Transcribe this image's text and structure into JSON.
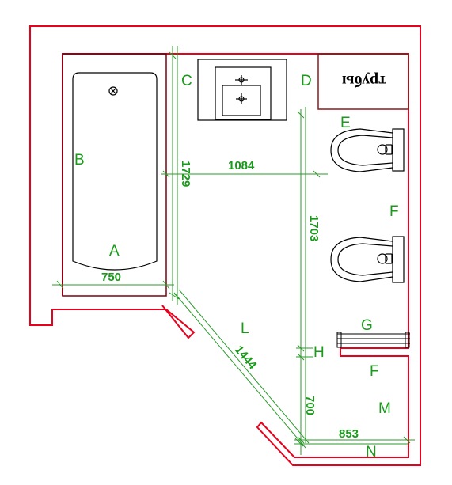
{
  "colors": {
    "wall": "#e8001c",
    "fixture": "#7a0010",
    "dimension": "#2a9a2a",
    "label": "#1a9a1a",
    "drawing": "#000000",
    "pipe_box": "#8b1a1a"
  },
  "labels": {
    "A": "A",
    "B": "B",
    "C": "C",
    "D": "D",
    "E": "E",
    "F1": "F",
    "F2": "F",
    "G": "G",
    "H": "H",
    "L": "L",
    "M": "M",
    "N": "N"
  },
  "dimensions": {
    "bath_width": "750",
    "vertical_left": "1729",
    "horizontal_top": "1084",
    "vertical_right": "1703",
    "diagonal": "1444",
    "vertical_bottom": "700",
    "horizontal_bottom": "853"
  },
  "pipes_label": "трубы"
}
